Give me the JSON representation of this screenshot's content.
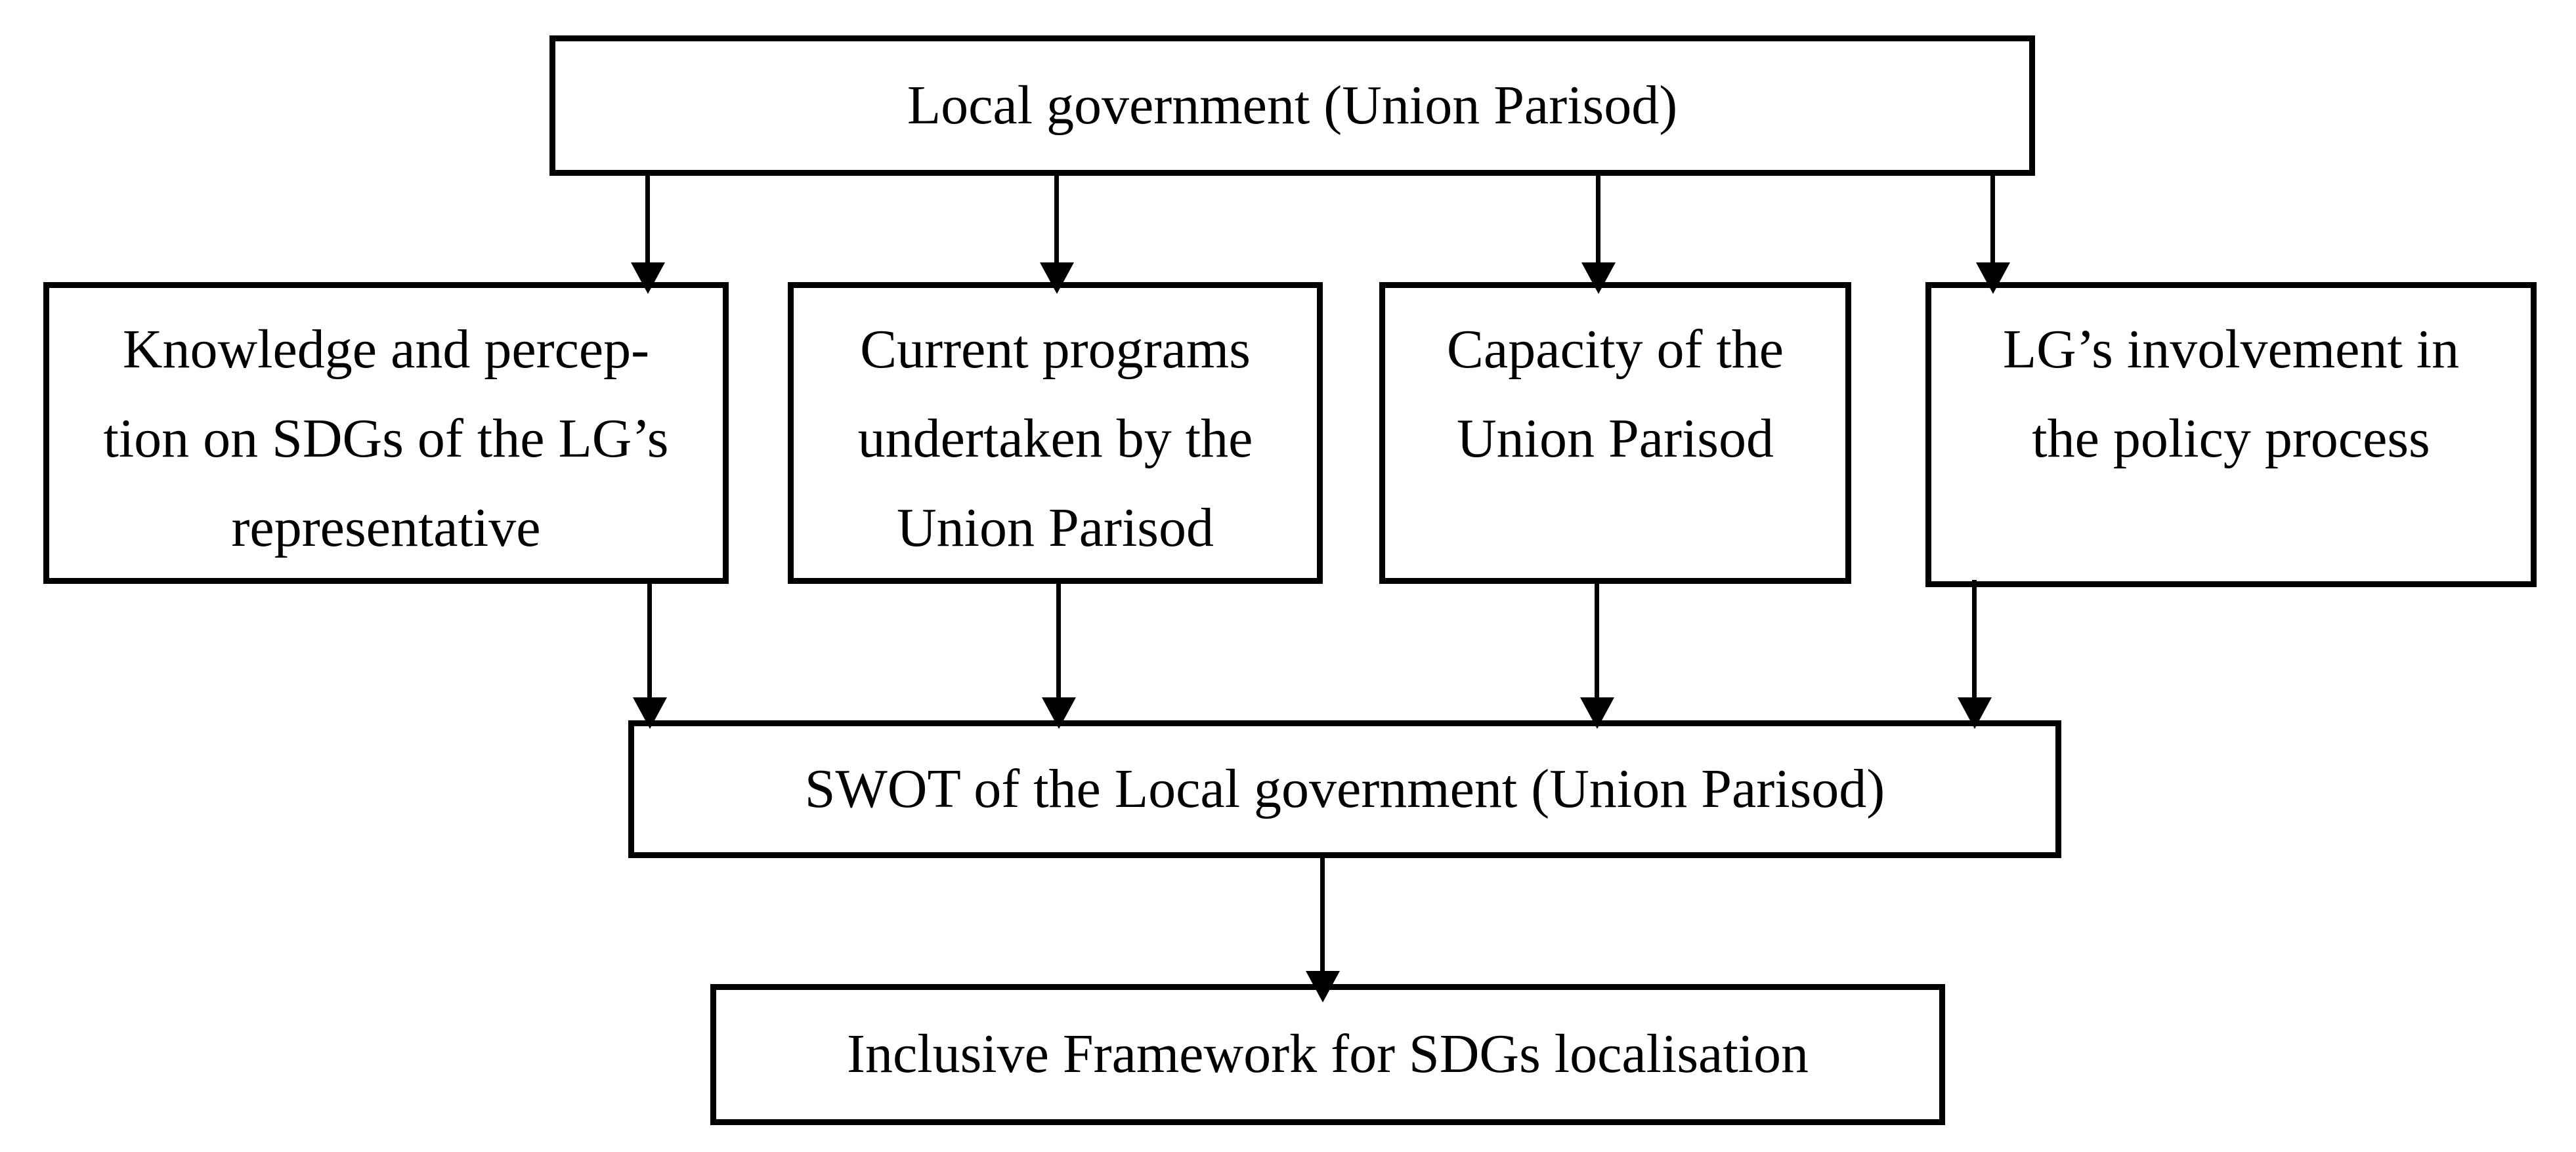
{
  "figure": {
    "background_color": "#ffffff",
    "ink_color": "#000000",
    "type": "flowchart"
  },
  "nodes": {
    "local_government": {
      "label": "Local government (Union Parisod)"
    },
    "knowledge": {
      "lines": [
        "Knowledge and percep-",
        "tion on SDGs of the LG’s",
        "representative"
      ]
    },
    "programs": {
      "lines": [
        "Current programs",
        "undertaken by the",
        "Union Parisod"
      ]
    },
    "capacity": {
      "lines": [
        "Capacity of the",
        "Union Parisod"
      ]
    },
    "involvement": {
      "lines": [
        "LG’s involvement in",
        "the policy process"
      ]
    },
    "swot": {
      "label": "SWOT of the Local government (Union Parisod)"
    },
    "framework": {
      "label": "Inclusive Framework for SDGs localisation"
    }
  },
  "edges": [
    {
      "from": "local_government",
      "to": "knowledge"
    },
    {
      "from": "local_government",
      "to": "programs"
    },
    {
      "from": "local_government",
      "to": "capacity"
    },
    {
      "from": "local_government",
      "to": "involvement"
    },
    {
      "from": "knowledge",
      "to": "swot"
    },
    {
      "from": "programs",
      "to": "swot"
    },
    {
      "from": "capacity",
      "to": "swot"
    },
    {
      "from": "involvement",
      "to": "swot"
    },
    {
      "from": "swot",
      "to": "framework"
    }
  ]
}
